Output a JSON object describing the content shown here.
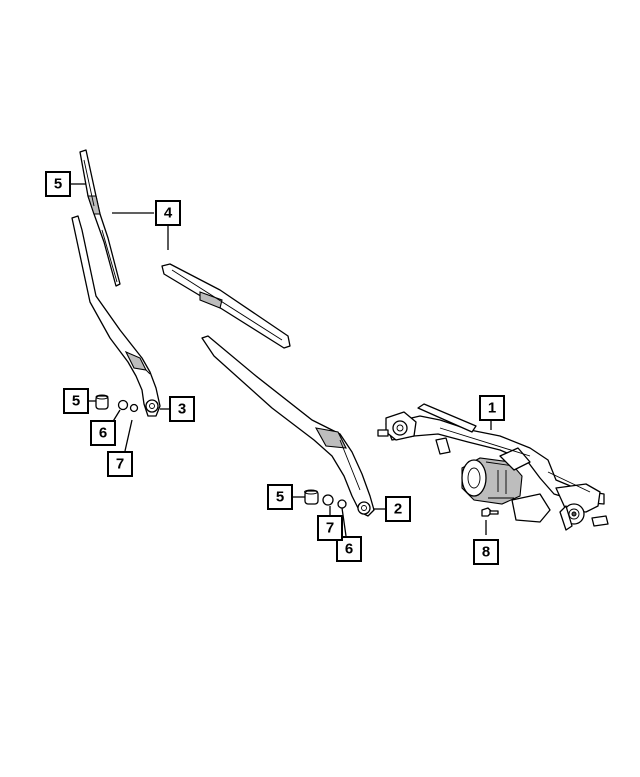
{
  "callouts": [
    {
      "id": "c1",
      "label": "1"
    },
    {
      "id": "c2",
      "label": "2"
    },
    {
      "id": "c3",
      "label": "3"
    },
    {
      "id": "c4",
      "label": "4"
    },
    {
      "id": "c5a",
      "label": "5"
    },
    {
      "id": "c5b",
      "label": "5"
    },
    {
      "id": "c5c",
      "label": "5"
    },
    {
      "id": "c6a",
      "label": "6"
    },
    {
      "id": "c6b",
      "label": "6"
    },
    {
      "id": "c7a",
      "label": "7"
    },
    {
      "id": "c7b",
      "label": "7"
    },
    {
      "id": "c8",
      "label": "8"
    }
  ]
}
